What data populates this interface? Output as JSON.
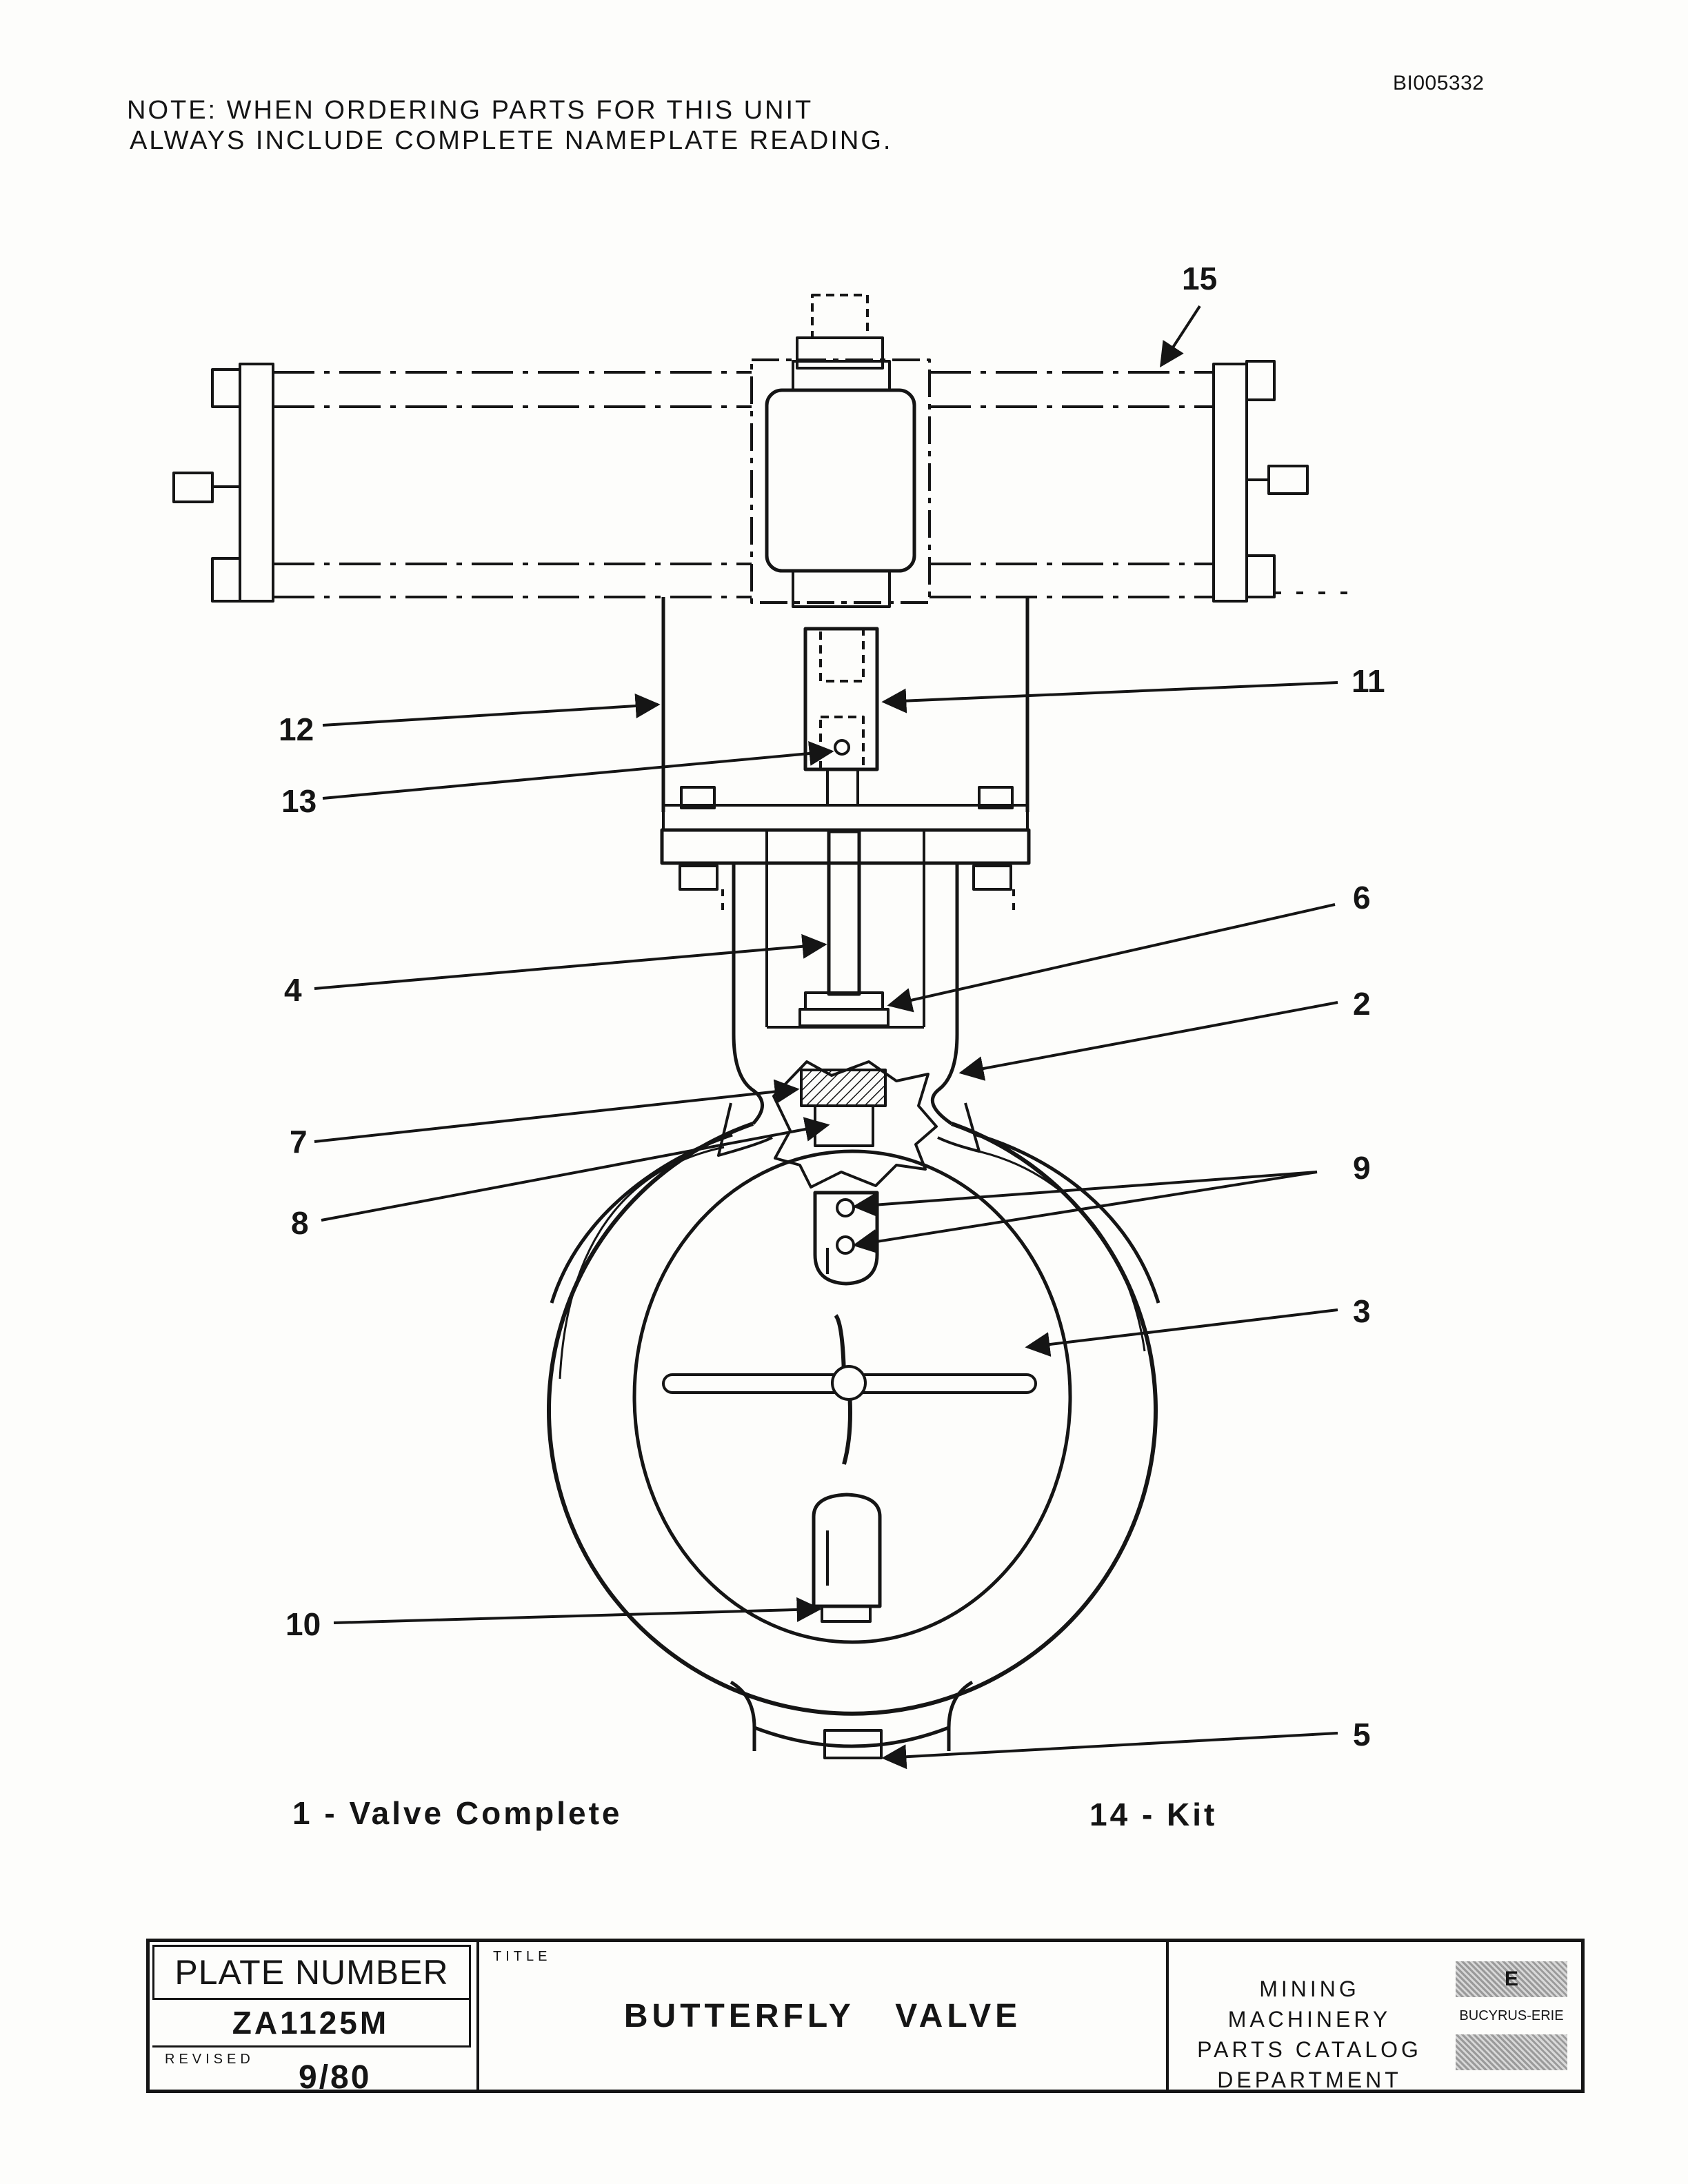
{
  "document_id": "BI005332",
  "note": {
    "line1": "NOTE:  WHEN ORDERING PARTS FOR THIS UNIT",
    "line2": "ALWAYS INCLUDE COMPLETE NAMEPLATE READING."
  },
  "callouts": {
    "c15": "15",
    "c11": "11",
    "c12": "12",
    "c13": "13",
    "c6": "6",
    "c4": "4",
    "c2": "2",
    "c7": "7",
    "c8": "8",
    "c9": "9",
    "c3": "3",
    "c10": "10",
    "c5": "5"
  },
  "captions": {
    "valve_complete": "1 - Valve  Complete",
    "kit": "14 - Kit"
  },
  "title_block": {
    "plate_label": "PLATE NUMBER",
    "plate_number": "ZA1125M",
    "revised_label": "REVISED",
    "revised_value": "9/80",
    "title_label": "TITLE",
    "title": "BUTTERFLY VALVE",
    "dept_line1": "MINING MACHINERY",
    "dept_line2": "PARTS CATALOG",
    "dept_line3": "DEPARTMENT",
    "logo_mark": "E",
    "logo_name": "BUCYRUS-ERIE"
  }
}
